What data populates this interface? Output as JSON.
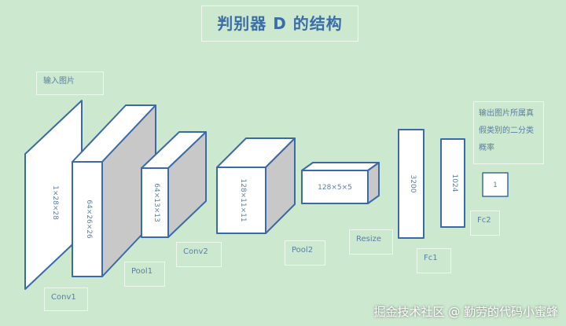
{
  "title": "判别器 D 的结构",
  "labels": {
    "input": "输入图片",
    "conv1": "Conv1",
    "pool1": "Pool1",
    "conv2": "Conv2",
    "pool2": "Pool2",
    "resize": "Resize",
    "fc1": "Fc1",
    "fc2": "Fc2",
    "output": "输出图片所属真假类别的二分类概率"
  },
  "dims": {
    "input": "1×28×28",
    "conv1": "64×26×26",
    "pool1": "64×13×13",
    "conv2": "128×11×11",
    "pool2": "128×5×5",
    "fc1": "3200",
    "fc2": "1024",
    "out": "1"
  },
  "watermark": "掘金技术社区 @ 勤劳的代码小蜜蜂",
  "colors": {
    "background": "#cce8cf",
    "box_stroke": "#3a6aa8",
    "box_side": "#c8c8c8",
    "text": "#5b7fa0"
  }
}
